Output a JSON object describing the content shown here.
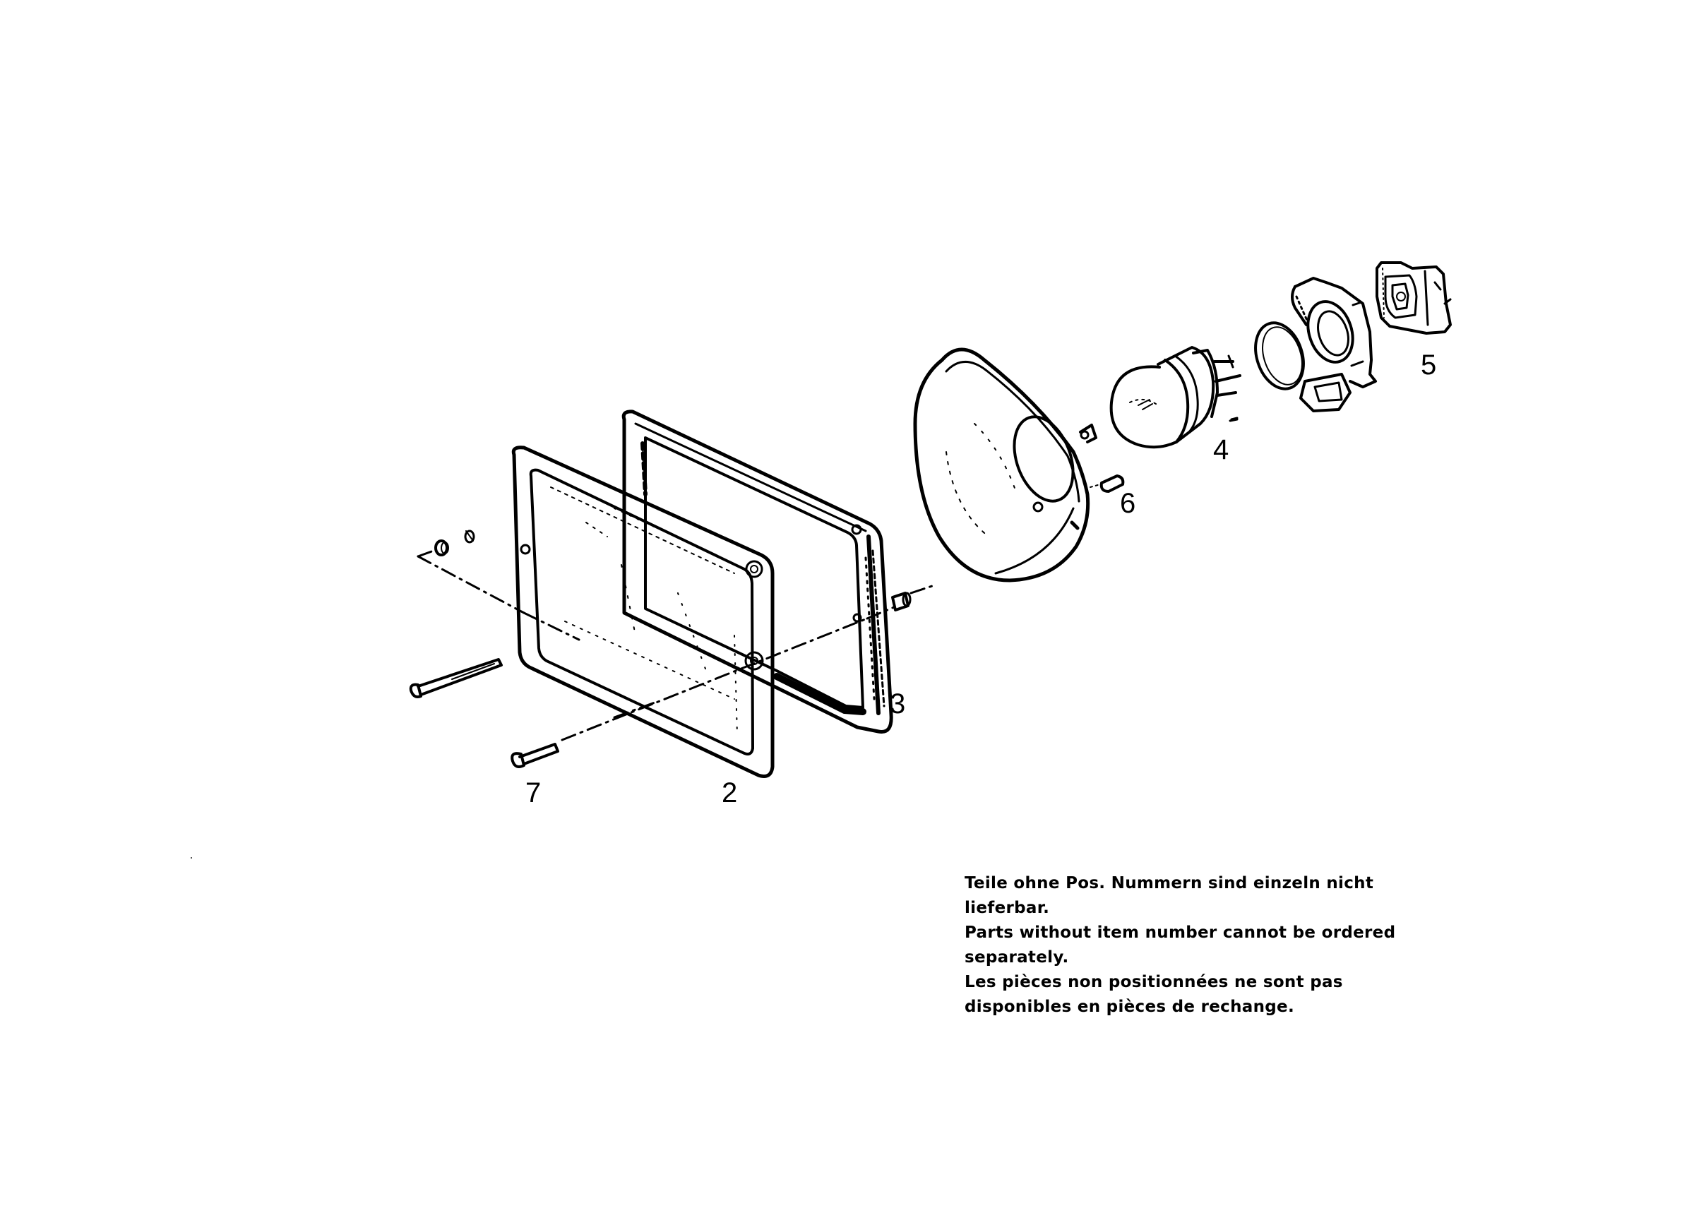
{
  "callouts": {
    "item_2": "2",
    "item_3": "3",
    "item_4": "4",
    "item_5": "5",
    "item_6": "6",
    "item_7": "7"
  },
  "note": {
    "de": "Teile ohne Pos. Nummern sind einzeln nicht lieferbar.",
    "en": "Parts without item number cannot be ordered separately.",
    "fr": "Les pièces non positionnées ne sont pas disponibles en pièces de rechange."
  },
  "colors": {
    "ink": "#000000",
    "paper": "#ffffff"
  }
}
